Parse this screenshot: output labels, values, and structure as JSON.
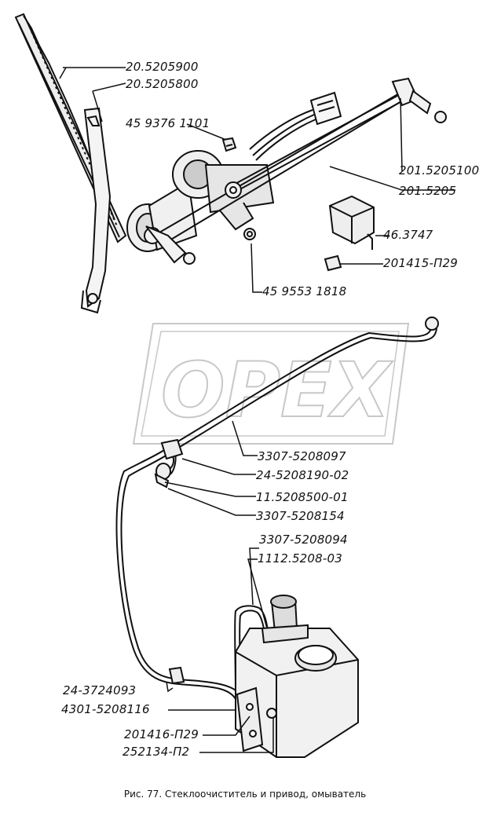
{
  "watermark": "OPEX",
  "caption": "Рис. 77. Стеклоочиститель и привод, омыватель",
  "part_numbers": {
    "wiper_blade": "20.5205900",
    "wiper_arm": "20.5205800",
    "nut": "45 9376 1101",
    "lever": "201.5205100",
    "drive": "201.5205",
    "relay": "46.3747",
    "relay_screw": "201415-П29",
    "drive_nut": "45 9553 1818",
    "hose_main": "3307-5208097",
    "tee": "24-5208190-02",
    "jet": "11.5208500-01",
    "hose_short": "3307-5208154",
    "hose_pump": "3307-5208094",
    "pump": "1112.5208-03",
    "clip": "24-3724093",
    "bracket": "4301-5208116",
    "screw": "201416-П29",
    "washer": "252134-П2"
  }
}
